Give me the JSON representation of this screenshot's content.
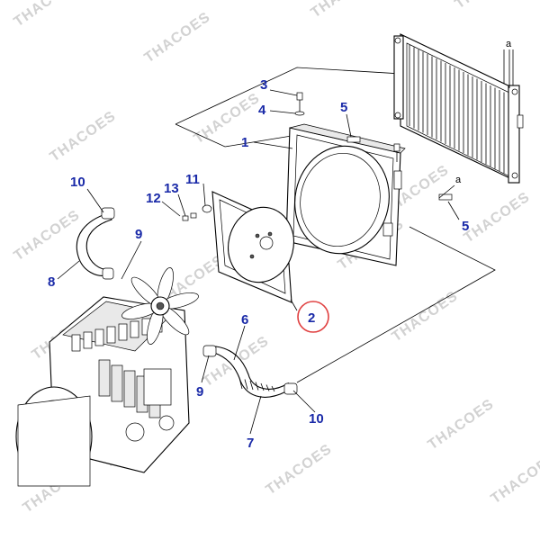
{
  "watermark": {
    "text": "THACOES",
    "color": "#d2d2d2"
  },
  "colors": {
    "callout": "#1a2aa8",
    "highlight_ring": "#e04040",
    "line": "#000000"
  },
  "callouts": {
    "c1": "1",
    "c2": "2",
    "c3": "3",
    "c4": "4",
    "c5_top": "5",
    "c5_right": "5",
    "c6": "6",
    "c7": "7",
    "c8": "8",
    "c9_upper": "9",
    "c9_lower": "9",
    "c10_upper": "10",
    "c10_lower": "10",
    "c11": "11",
    "c12": "12",
    "c13": "13"
  },
  "reference_letters": {
    "a_top": "a",
    "a_mid": "a"
  },
  "highlighted_part": "2"
}
